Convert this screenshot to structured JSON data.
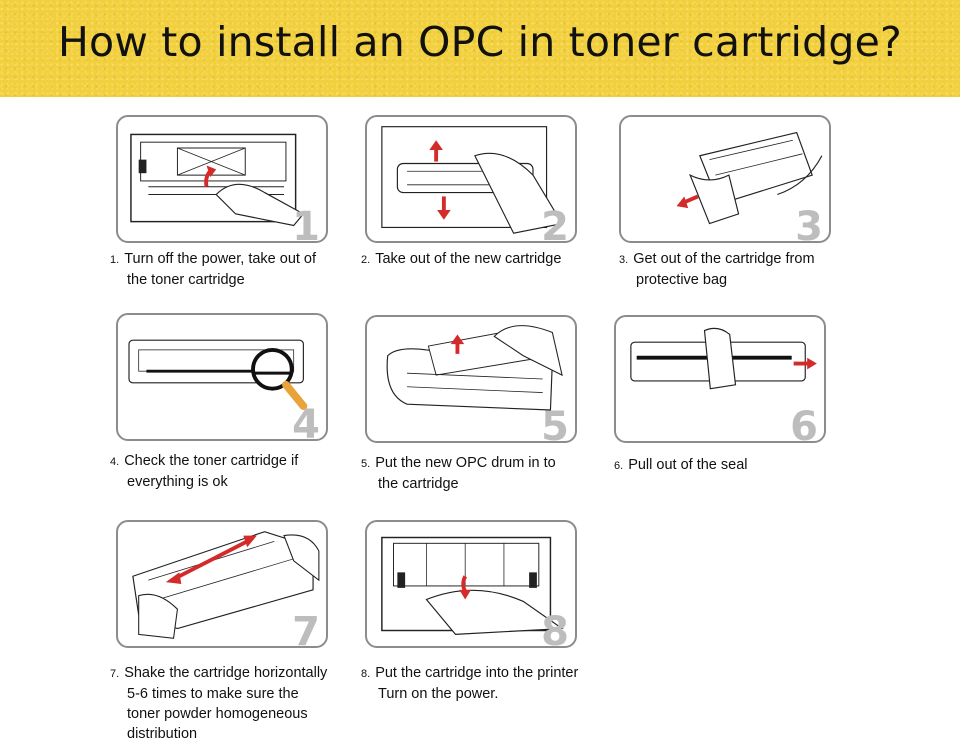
{
  "title": "How to install an OPC in toner cartridge?",
  "steps": [
    {
      "num": "1",
      "marker": "1.",
      "lines": [
        "Turn off the power, take out of",
        "the toner cartridge"
      ]
    },
    {
      "num": "2",
      "marker": "2.",
      "lines": [
        "Take out of the new cartridge"
      ]
    },
    {
      "num": "3",
      "marker": "3.",
      "lines": [
        "Get out of the cartridge from",
        "protective bag"
      ]
    },
    {
      "num": "4",
      "marker": "4.",
      "lines": [
        "Check the toner cartridge if",
        "everything is ok"
      ]
    },
    {
      "num": "5",
      "marker": "5.",
      "lines": [
        "Put the new OPC drum in to",
        "the cartridge"
      ]
    },
    {
      "num": "6",
      "marker": "6.",
      "lines": [
        "Pull out of the seal"
      ]
    },
    {
      "num": "7",
      "marker": "7.",
      "lines": [
        "Shake the cartridge horizontally",
        "5-6 times to make sure the",
        "toner powder homogeneous",
        "distribution"
      ]
    },
    {
      "num": "8",
      "marker": "8.",
      "lines": [
        "Put the cartridge into the printer",
        "Turn on the power."
      ]
    }
  ],
  "colors": {
    "banner": "#f2cf3d",
    "arrow": "#d42a2a",
    "outline": "#8c8c8c",
    "numeral": "#bdbdbd",
    "magnifier": "#e8a33a"
  }
}
